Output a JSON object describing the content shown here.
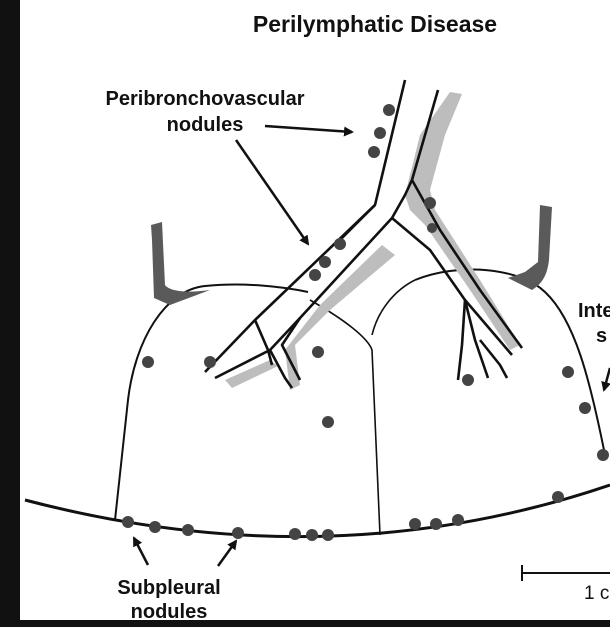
{
  "title": "Perilymphatic Disease",
  "labels": {
    "peribronchovascular_line1": "Peribronchovascular",
    "peribronchovascular_line2": "nodules",
    "interlobular_line1": "Inte",
    "interlobular_line2": "s",
    "subpleural_line1": "Subpleural",
    "subpleural_line2": "nodules",
    "scale": "1 c"
  },
  "colors": {
    "outline": "#111111",
    "sheath": "#bdbdbd",
    "vein": "#5a5a5a",
    "nodule": "#444444",
    "background": "#ffffff"
  }
}
